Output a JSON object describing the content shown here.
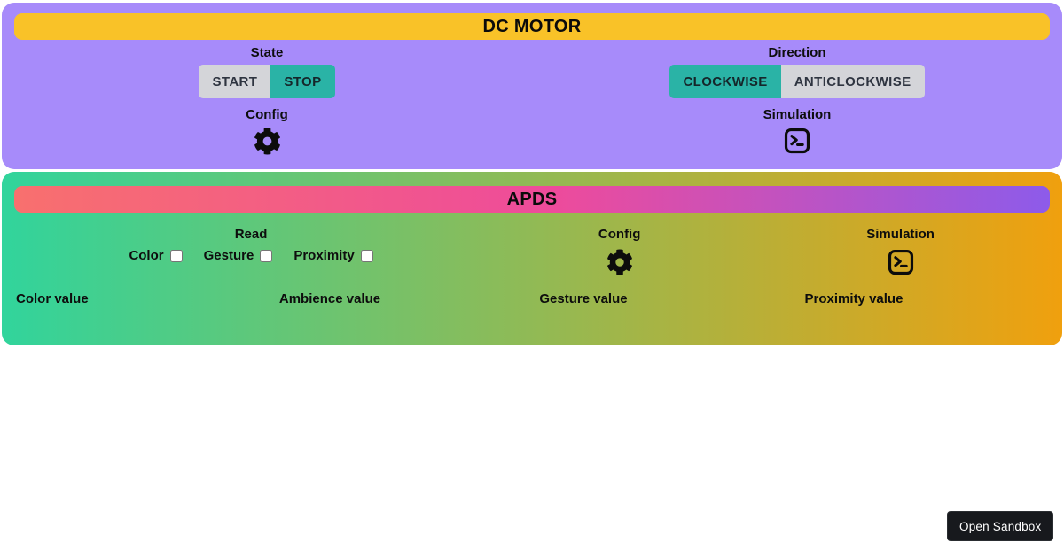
{
  "dc_motor": {
    "title": "DC MOTOR",
    "state": {
      "label": "State",
      "buttons": [
        {
          "label": "START",
          "active": false
        },
        {
          "label": "STOP",
          "active": true
        }
      ]
    },
    "direction": {
      "label": "Direction",
      "buttons": [
        {
          "label": "CLOCKWISE",
          "active": true
        },
        {
          "label": "ANTICLOCKWISE",
          "active": false
        }
      ]
    },
    "config": {
      "label": "Config",
      "icon": "gear-icon"
    },
    "simulation": {
      "label": "Simulation",
      "icon": "terminal-icon"
    }
  },
  "apds": {
    "title": "APDS",
    "read": {
      "label": "Read",
      "checkboxes": [
        {
          "label": "Color",
          "checked": false
        },
        {
          "label": "Gesture",
          "checked": false
        },
        {
          "label": "Proximity",
          "checked": false
        }
      ]
    },
    "config": {
      "label": "Config",
      "icon": "gear-icon"
    },
    "simulation": {
      "label": "Simulation",
      "icon": "terminal-icon"
    },
    "values": [
      {
        "label": "Color value"
      },
      {
        "label": "Ambience value"
      },
      {
        "label": "Gesture value"
      },
      {
        "label": "Proximity value"
      }
    ]
  },
  "sandbox_button": {
    "label": "Open Sandbox"
  },
  "colors": {
    "dc_panel_bg": "#a78bfa",
    "dc_header_bg": "#f9c228",
    "toggle_active": "#2ab3a6",
    "toggle_inactive": "#d4d5d9",
    "apds_body_gradient": [
      "#31d49c",
      "#f0a00e"
    ],
    "apds_header_gradient": [
      "#f8706e",
      "#ee4b9b",
      "#8d5bea"
    ],
    "icon_color": "#0c0c0c",
    "sandbox_btn_bg": "#17191d",
    "sandbox_btn_text": "#ffffff"
  }
}
